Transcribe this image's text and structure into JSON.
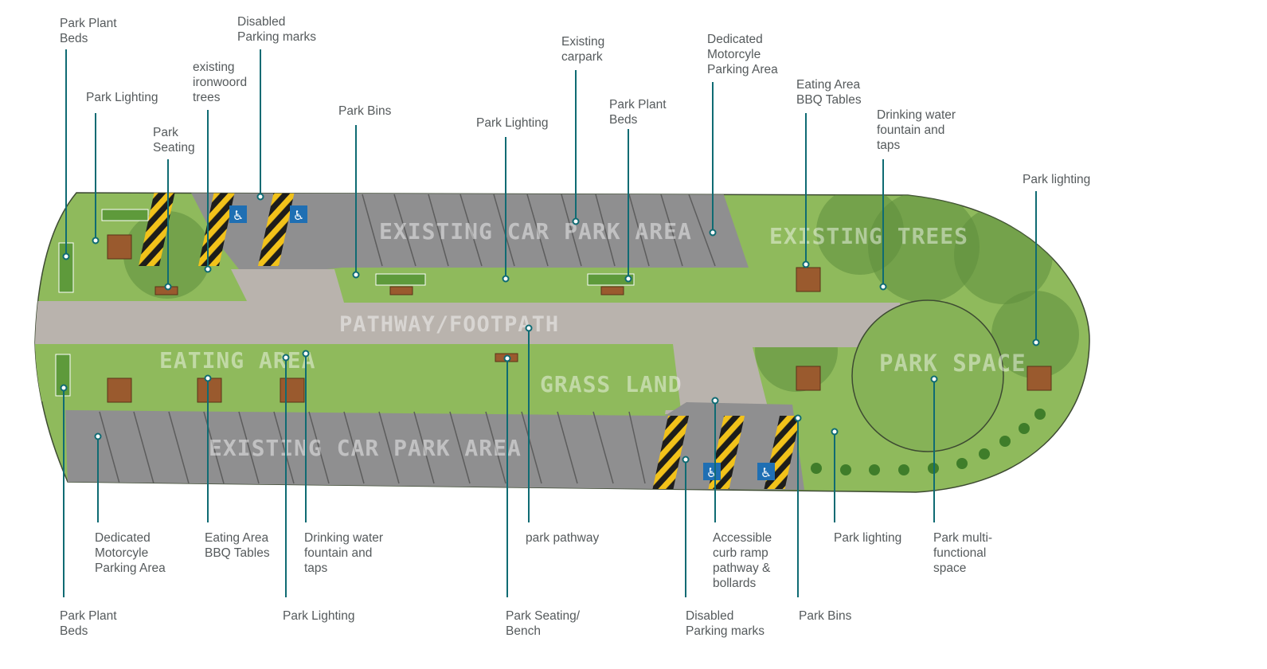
{
  "colors": {
    "leader_line": "#0f6b73",
    "grass": "#8fba5c",
    "grass_dark": "#6f9c45",
    "pavement": "#b9b3ad",
    "parking": "#8f8f90",
    "hazard_yellow": "#f2c21a",
    "accessible_blue": "#1f6fb3",
    "bench_wood": "#9a5a2e"
  },
  "zones": {
    "car_park_top": "EXISTING CAR PARK AREA",
    "trees": "EXISTING TREES",
    "pathway": "PATHWAY/FOOTPATH",
    "eating": "EATING AREA",
    "grass": "GRASS LAND",
    "car_park_bottom": "EXISTING CAR PARK AREA",
    "park_space": "PARK SPACE"
  },
  "labels": {
    "top": [
      {
        "id": "plant-beds-top-left",
        "text": "Park Plant\nBeds"
      },
      {
        "id": "disabled-parking-top",
        "text": "Disabled\nParking marks"
      },
      {
        "id": "ironwood-trees",
        "text": "existing\nironwoord\ntrees"
      },
      {
        "id": "park-lighting-top-left",
        "text": "Park Lighting"
      },
      {
        "id": "park-seating-top",
        "text": "Park\nSeating"
      },
      {
        "id": "park-bins-top",
        "text": "Park Bins"
      },
      {
        "id": "park-lighting-top-mid",
        "text": "Park Lighting"
      },
      {
        "id": "existing-carpark",
        "text": "Existing\ncarpark"
      },
      {
        "id": "plant-beds-top-mid",
        "text": "Park Plant\nBeds"
      },
      {
        "id": "motorcycle-top",
        "text": "Dedicated\nMotorcyle\nParking Area"
      },
      {
        "id": "bbq-top",
        "text": "Eating Area\nBBQ Tables"
      },
      {
        "id": "water-top",
        "text": "Drinking water\nfountain and\ntaps"
      },
      {
        "id": "park-lighting-top-right",
        "text": "Park lighting"
      }
    ],
    "bottom": [
      {
        "id": "motorcycle-bottom",
        "text": "Dedicated\nMotorcyle\nParking Area"
      },
      {
        "id": "bbq-bottom",
        "text": "Eating Area\nBBQ Tables"
      },
      {
        "id": "water-bottom",
        "text": "Drinking water\nfountain and\ntaps"
      },
      {
        "id": "park-pathway",
        "text": "park pathway"
      },
      {
        "id": "curb-ramp",
        "text": "Accessible\ncurb ramp\npathway &\nbollards"
      },
      {
        "id": "park-lighting-bottom-right",
        "text": "Park lighting"
      },
      {
        "id": "multi-functional",
        "text": "Park multi-\nfunctional\nspace"
      },
      {
        "id": "plant-beds-bottom",
        "text": "Park Plant\nBeds"
      },
      {
        "id": "park-lighting-bottom",
        "text": "Park Lighting"
      },
      {
        "id": "seating-bench",
        "text": "Park Seating/\nBench"
      },
      {
        "id": "disabled-parking-bottom",
        "text": "Disabled\nParking marks"
      },
      {
        "id": "park-bins-bottom",
        "text": "Park Bins"
      }
    ]
  }
}
